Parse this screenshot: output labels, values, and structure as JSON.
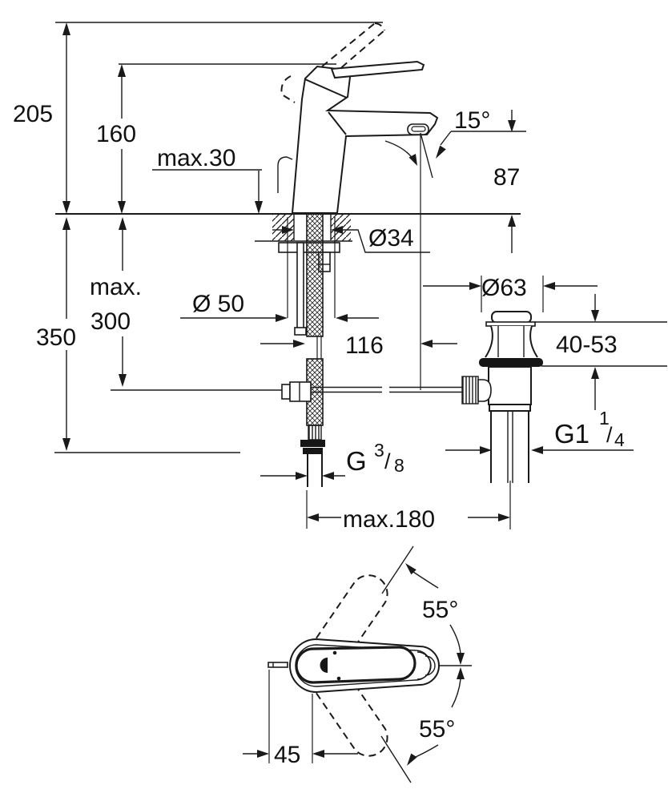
{
  "drawing": {
    "kind": "faucet installation dimension drawing",
    "views": [
      "side-section-view",
      "top-plan-view"
    ],
    "line_color": "#1a1a1a",
    "background": "#ffffff"
  },
  "side_view": {
    "total_height": "205",
    "body_height": "160",
    "deck_thickness": "max.30",
    "spout_angle": "15°",
    "outlet_height": "87",
    "hole_diameter": "Ø34",
    "base_diameter": "Ø 50",
    "hose_clearance_line1": "max.",
    "hose_clearance_line2": "300",
    "hose_length": "350",
    "spout_projection": "116",
    "waste_cap_diameter": "Ø63",
    "waste_height_range": "40-53",
    "waste_thread": {
      "base": "G1",
      "sup": "1",
      "slash": "/",
      "sub": "4"
    },
    "supply_thread": {
      "base": "G",
      "sup": "3",
      "slash": "/",
      "sub": "8"
    },
    "max_reach": "max.180"
  },
  "top_view": {
    "swivel_angle_up": "55°",
    "swivel_angle_down": "55°",
    "lever_offset": "45"
  }
}
